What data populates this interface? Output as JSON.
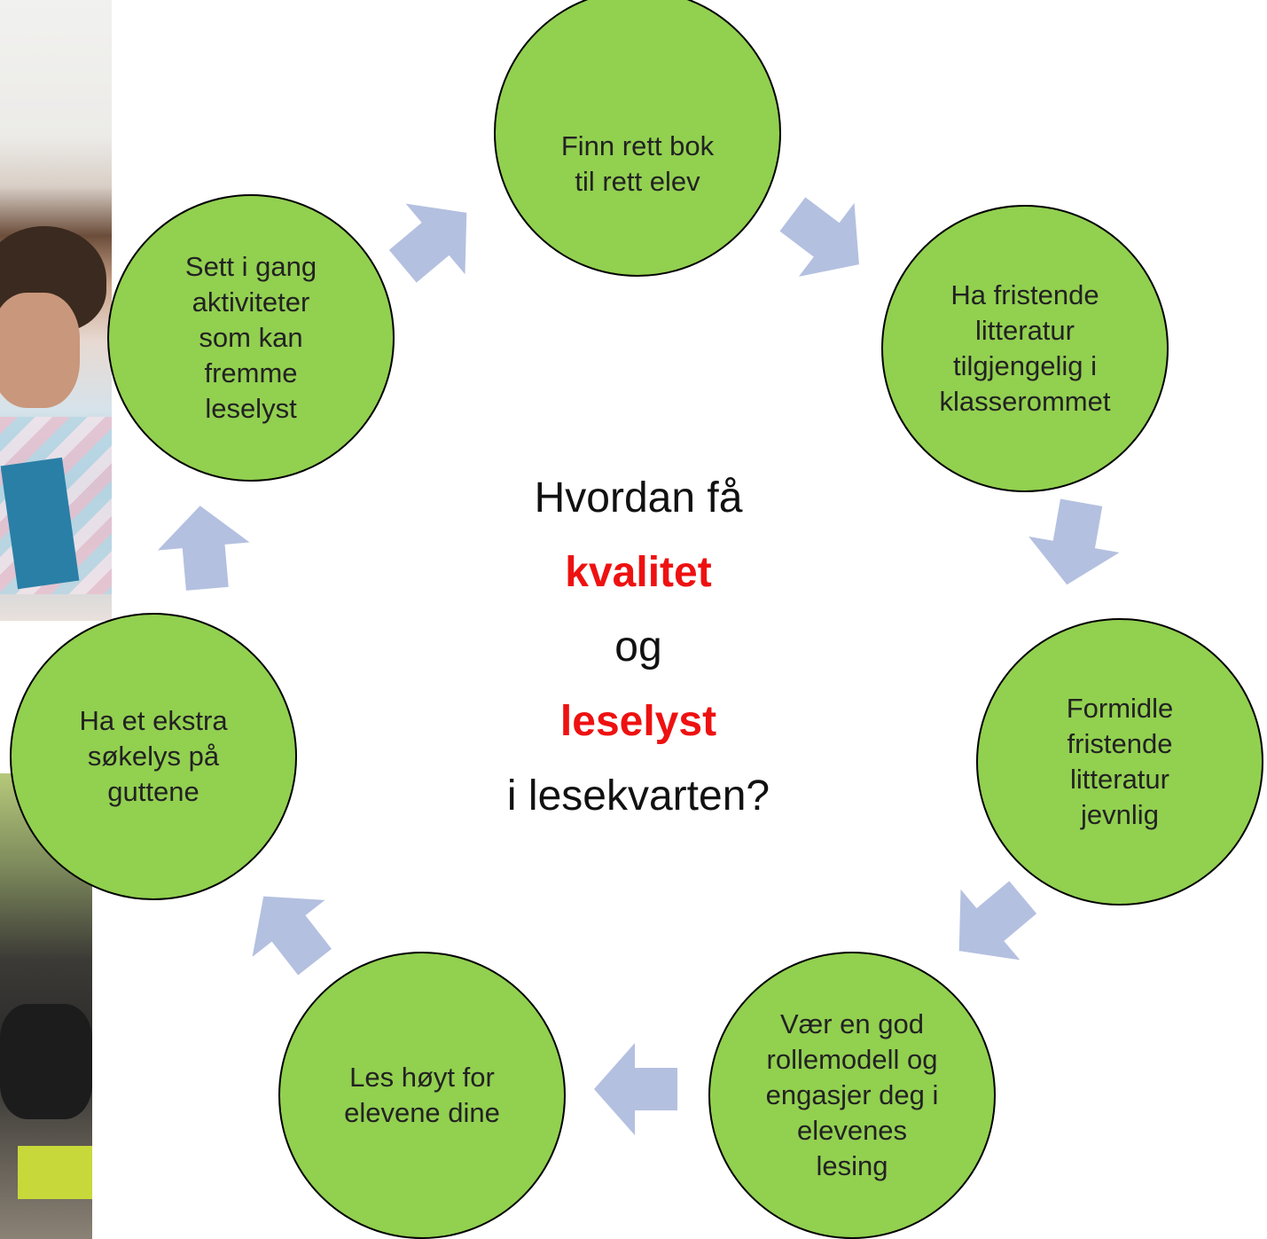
{
  "colors": {
    "node_fill": "#92d050",
    "node_stroke": "#000000",
    "arrow_fill": "#b4c0e0",
    "accent_red": "#ee1111"
  },
  "diagram": {
    "nodes": [
      {
        "id": "n1",
        "label": "Finn rett bok\ntil rett elev"
      },
      {
        "id": "n2",
        "label": "Ha fristende\nlitteratur\ntilgjengelig i\nklasserommet"
      },
      {
        "id": "n3",
        "label": "Formidle\nfristende\nlitteratur\njevnlig"
      },
      {
        "id": "n4",
        "label": "Vær en god\nrollemodell og\nengasjer deg i\nelevenes\nlesing"
      },
      {
        "id": "n5",
        "label": "Les høyt for\nelevene dine"
      },
      {
        "id": "n6",
        "label": "Ha et ekstra\nsøkelys på\nguttene"
      },
      {
        "id": "n7",
        "label": "Sett i gang\naktiviteter\nsom kan\nfremme\nleselyst"
      }
    ],
    "edges": [
      {
        "from": "n1",
        "to": "n2"
      },
      {
        "from": "n2",
        "to": "n3"
      },
      {
        "from": "n3",
        "to": "n4"
      },
      {
        "from": "n4",
        "to": "n5"
      },
      {
        "from": "n5",
        "to": "n6"
      },
      {
        "from": "n6",
        "to": "n7"
      },
      {
        "from": "n7",
        "to": "n1"
      }
    ]
  },
  "center": {
    "line1": "Hvordan få",
    "line2": "kvalitet",
    "line3": "og",
    "line4": "leselyst",
    "line5": "i lesekvarten?"
  }
}
